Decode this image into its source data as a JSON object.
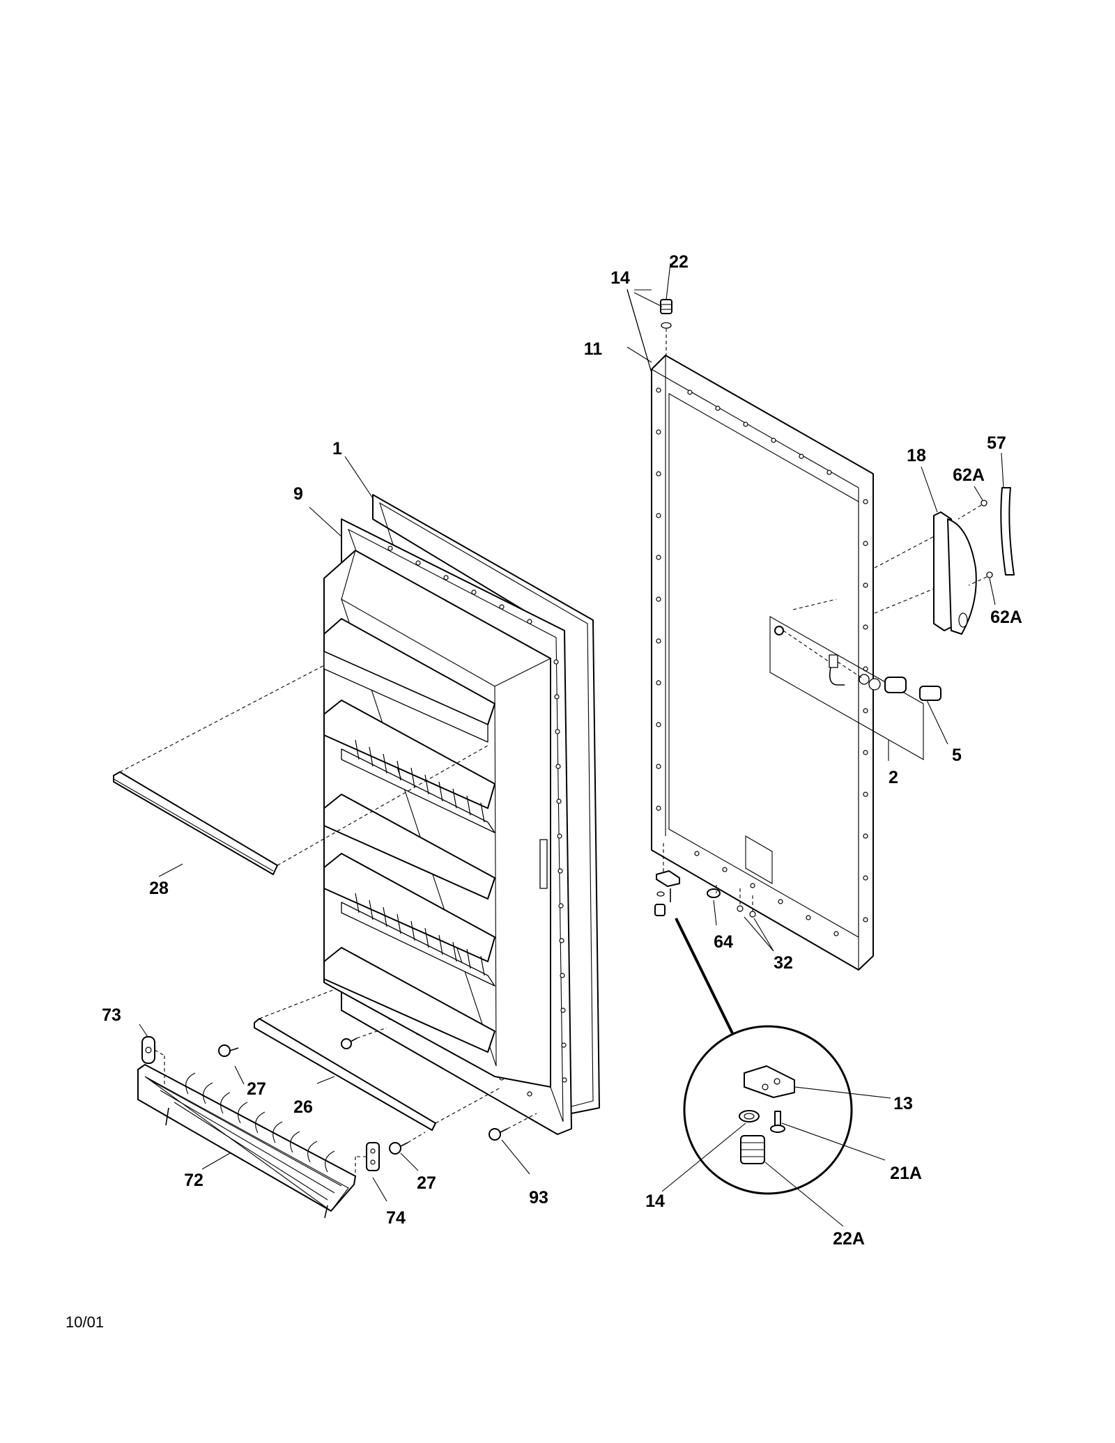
{
  "diagram": {
    "date_code": "10/01",
    "callouts": {
      "c1": "1",
      "c9": "9",
      "c28": "28",
      "c73": "73",
      "c27a": "27",
      "c26": "26",
      "c72": "72",
      "c74": "74",
      "c27b": "27",
      "c93": "93",
      "c14_top": "14",
      "c22": "22",
      "c11": "11",
      "c18": "18",
      "c57": "57",
      "c62a_top": "62A",
      "c62a_bottom": "62A",
      "c5": "5",
      "c2": "2",
      "c64": "64",
      "c32": "32",
      "c13": "13",
      "c14_detail": "14",
      "c21a": "21A",
      "c22a": "22A"
    }
  }
}
